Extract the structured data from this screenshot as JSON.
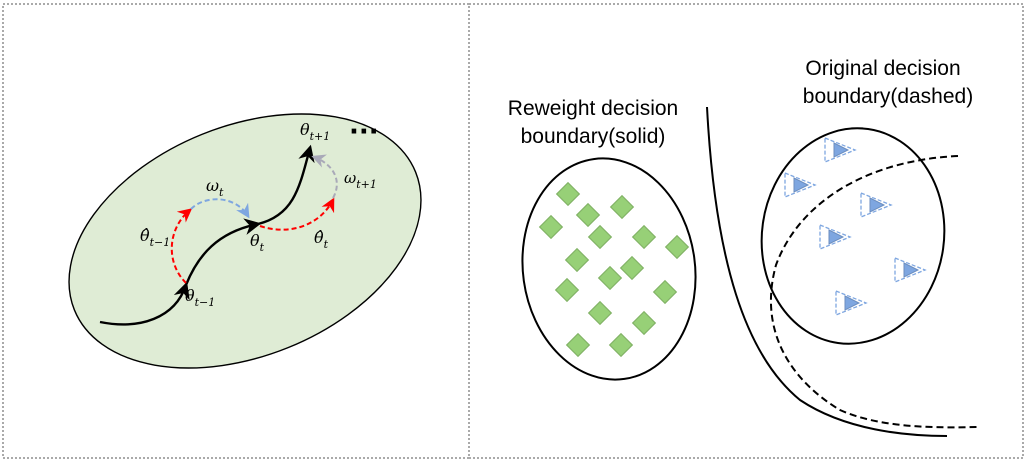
{
  "left_panel": {
    "labels": {
      "theta_t_minus_1": {
        "base": "θ",
        "sub": "t−1"
      },
      "theta_t": {
        "base": "θ",
        "sub": "t"
      },
      "theta_t_plus_1": {
        "base": "θ",
        "sub": "t+1"
      },
      "theta_hat_t_minus_1": {
        "base": "θ̂",
        "sub": "t−1"
      },
      "theta_hat_t": {
        "base": "θ̂",
        "sub": "t"
      },
      "omega_t": {
        "base": "ω",
        "sub": "t"
      },
      "omega_t_plus_1": {
        "base": "ω",
        "sub": "t+1"
      },
      "ellipsis": "···"
    },
    "colors": {
      "region_fill": "#dfecd5",
      "trajectory": "#000000",
      "reweight_arrow": "#ff0000",
      "omega_arrow": "#7ea6e0",
      "omega_next_arrow": "#a9a9b8"
    }
  },
  "right_panel": {
    "reweight_label_line1": "Reweight decision",
    "reweight_label_line2": "boundary(solid)",
    "original_label_line1": "Original decision",
    "original_label_line2": "boundary(dashed)",
    "colors": {
      "diamond_fill": "#97d077",
      "diamond_stroke": "#82b366",
      "triangle_fill": "#7ea6e0",
      "triangle_stroke": "#6c8ebf"
    }
  }
}
